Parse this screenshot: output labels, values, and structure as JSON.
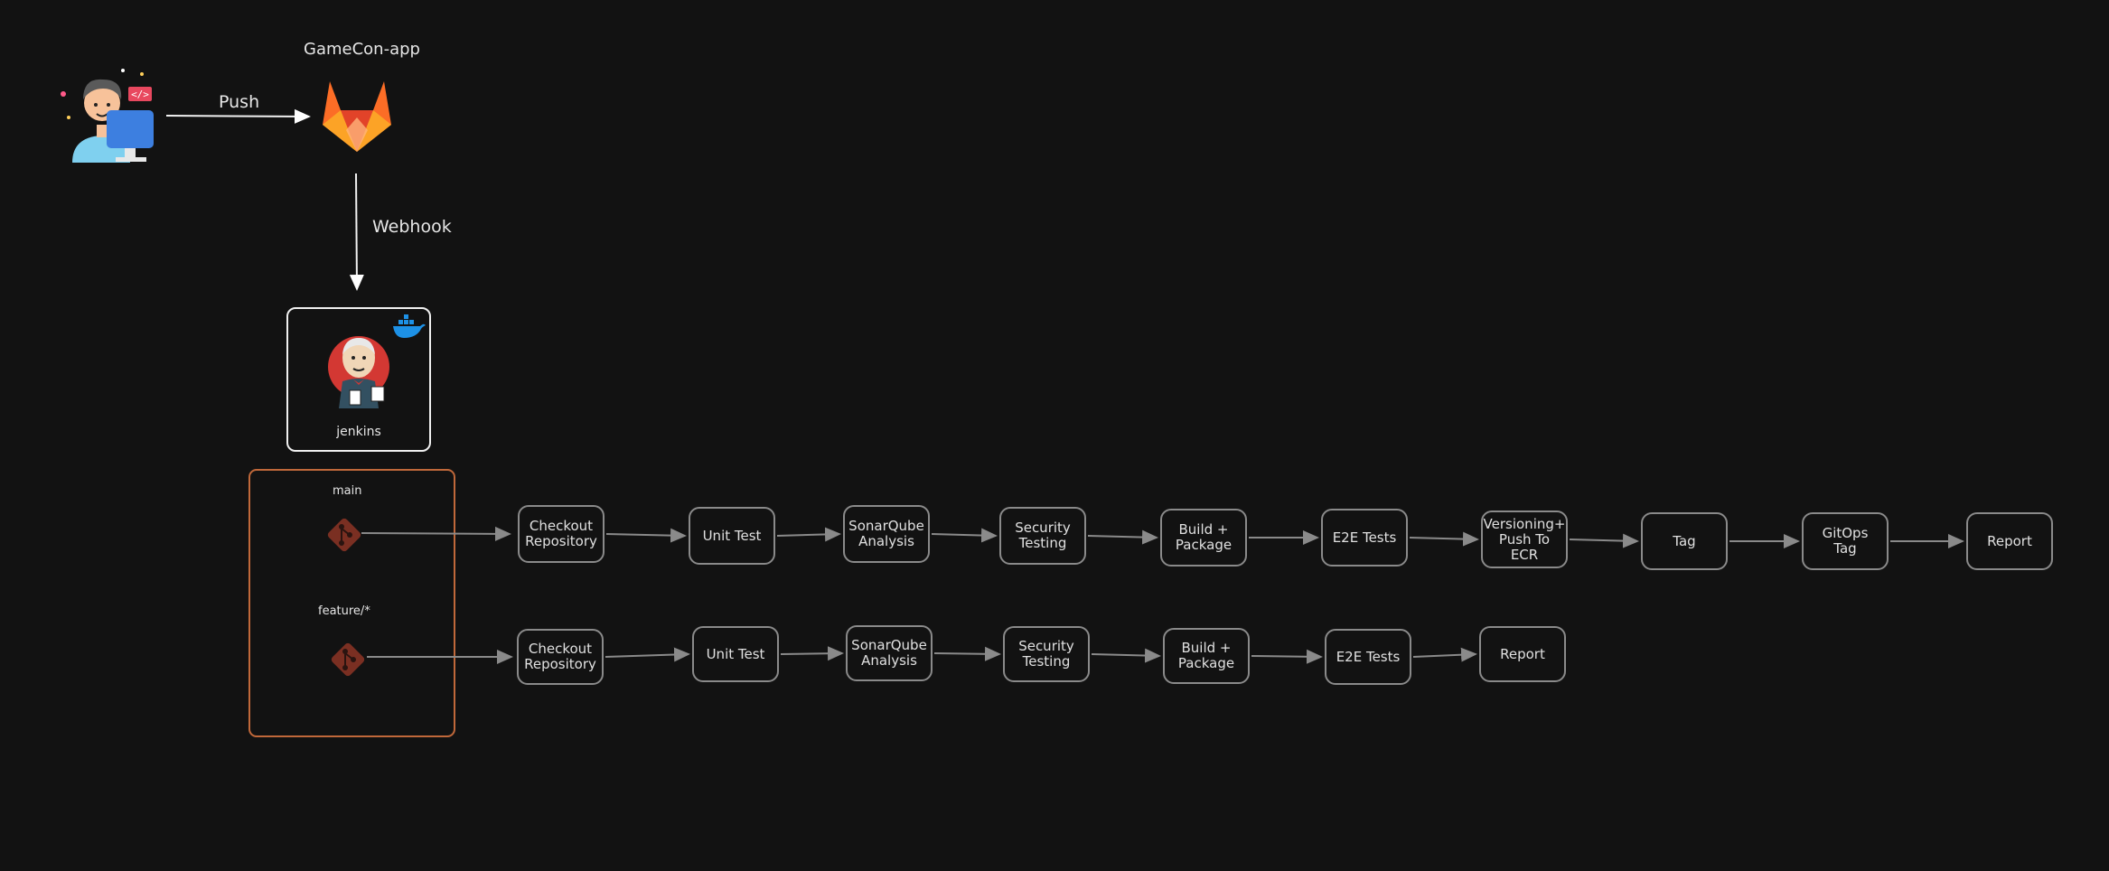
{
  "labels": {
    "repo": "GameCon-app",
    "push": "Push",
    "webhook": "Webhook",
    "jenkins": "jenkins",
    "branch_main": "main",
    "branch_feature": "feature/*"
  },
  "pipelines": {
    "main": [
      "Checkout\nRepository",
      "Unit Test",
      "SonarQube\nAnalysis",
      "Security\nTesting",
      "Build +\nPackage",
      "E2E Tests",
      "Versioning+\nPush To\nECR",
      "Tag",
      "GitOps\nTag",
      "Report"
    ],
    "feature": [
      "Checkout\nRepository",
      "Unit Test",
      "SonarQube\nAnalysis",
      "Security\nTesting",
      "Build +\nPackage",
      "E2E Tests",
      "Report"
    ]
  },
  "colors": {
    "background": "#121212",
    "stroke": "#8a8a8a",
    "branch_frame": "#c0683a",
    "git_icon": "#e05a3a",
    "gitlab_orange": "#fc6d26"
  },
  "icons": {
    "developer": "developer-at-computer-icon",
    "repo": "gitlab-icon",
    "ci": "jenkins-icon",
    "container": "docker-icon",
    "branch": "git-branch-icon"
  }
}
